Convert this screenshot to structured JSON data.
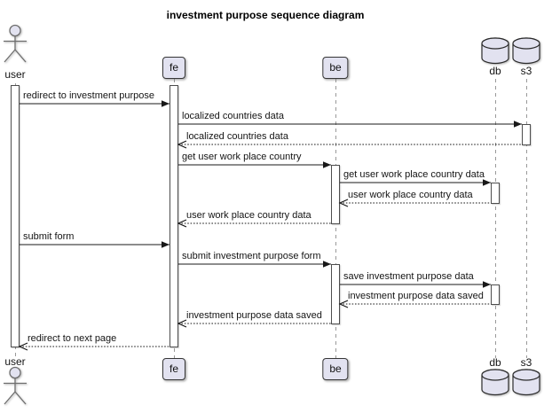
{
  "title": "investment purpose sequence diagram",
  "participants": [
    {
      "id": "user",
      "label": "user",
      "kind": "actor"
    },
    {
      "id": "fe",
      "label": "fe",
      "kind": "box"
    },
    {
      "id": "be",
      "label": "be",
      "kind": "box"
    },
    {
      "id": "db",
      "label": "db",
      "kind": "database"
    },
    {
      "id": "s3",
      "label": "s3",
      "kind": "database"
    }
  ],
  "messages": [
    {
      "from": "user",
      "to": "fe",
      "label": "redirect to investment purpose",
      "line": "solid"
    },
    {
      "from": "fe",
      "to": "s3",
      "label": "localized countries data",
      "line": "solid"
    },
    {
      "from": "s3",
      "to": "fe",
      "label": "localized countries data",
      "line": "dotted"
    },
    {
      "from": "fe",
      "to": "be",
      "label": "get user work place country",
      "line": "solid"
    },
    {
      "from": "be",
      "to": "db",
      "label": "get user work place country data",
      "line": "solid"
    },
    {
      "from": "db",
      "to": "be",
      "label": "user work place country data",
      "line": "dotted"
    },
    {
      "from": "be",
      "to": "fe",
      "label": "user work place country data",
      "line": "dotted"
    },
    {
      "from": "user",
      "to": "fe",
      "label": "submit form",
      "line": "solid"
    },
    {
      "from": "fe",
      "to": "be",
      "label": "submit investment purpose form",
      "line": "solid"
    },
    {
      "from": "be",
      "to": "db",
      "label": "save investment purpose data",
      "line": "solid"
    },
    {
      "from": "db",
      "to": "be",
      "label": "investment purpose data saved",
      "line": "dotted"
    },
    {
      "from": "be",
      "to": "fe",
      "label": "investment purpose data saved",
      "line": "dotted"
    },
    {
      "from": "fe",
      "to": "user",
      "label": "redirect to next page",
      "line": "dotted"
    }
  ],
  "colors": {
    "participant_fill": "#E2E2F0",
    "participant_border": "#363636",
    "actor_stroke": "#6e6e6e",
    "arrow": "#181818",
    "lifeline": "#999999",
    "activation_fill": "#FFFFFF",
    "activation_border": "#4D4D4D",
    "text": "#141414",
    "title_text": "#000000"
  }
}
